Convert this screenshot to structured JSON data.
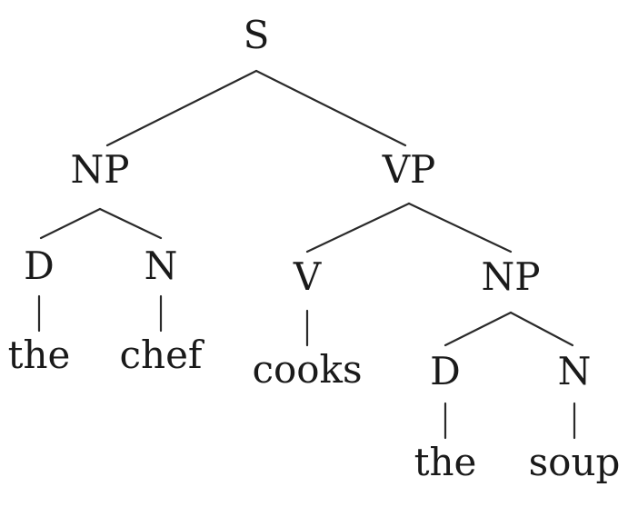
{
  "tree": {
    "root": "S",
    "np_subject": {
      "label": "NP",
      "det": {
        "label": "D",
        "word": "the"
      },
      "noun": {
        "label": "N",
        "word": "chef"
      }
    },
    "vp": {
      "label": "VP",
      "verb": {
        "label": "V",
        "word": "cooks"
      },
      "np_object": {
        "label": "NP",
        "det": {
          "label": "D",
          "word": "the"
        },
        "noun": {
          "label": "N",
          "word": "soup"
        }
      }
    }
  }
}
